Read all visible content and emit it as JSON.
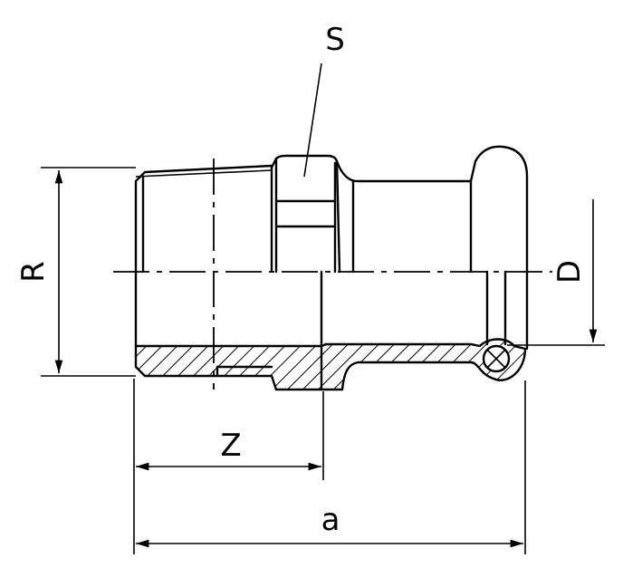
{
  "drawing": {
    "labels": {
      "S": "S",
      "R": "R",
      "D": "D",
      "Z": "Z",
      "a": "a"
    },
    "line_color": "#000000",
    "background": "#ffffff"
  }
}
